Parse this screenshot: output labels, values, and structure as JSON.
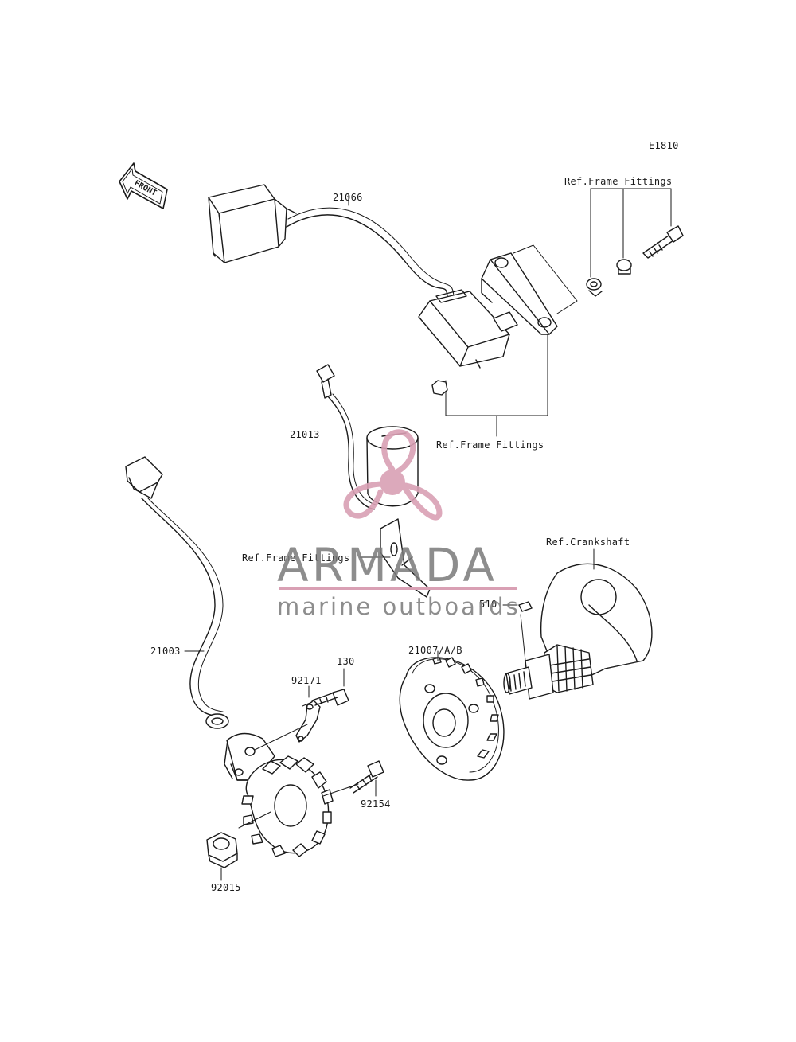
{
  "diagram": {
    "code": "E1810",
    "front_arrow": "FRONT",
    "labels": {
      "p21066": "21066",
      "ref_frame_top": "Ref.Frame Fittings",
      "ref_frame_mid": "Ref.Frame Fittings",
      "ref_frame_left": "Ref.Frame Fittings",
      "p21013": "21013",
      "ref_crankshaft": "Ref.Crankshaft",
      "p510": "510",
      "p21007": "21007/A/B",
      "p130": "130",
      "p92171": "92171",
      "p21003": "21003",
      "p92154": "92154",
      "p92015": "92015"
    }
  },
  "watermark": {
    "title": "ARMADA",
    "subtitle": "marine outboards",
    "color": "#d9a0b4"
  }
}
